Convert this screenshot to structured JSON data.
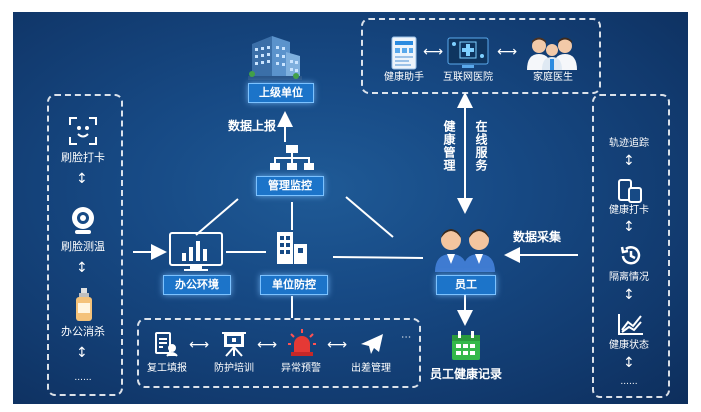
{
  "top_unit": {
    "label": "上级单位"
  },
  "data_report": {
    "label": "数据上报"
  },
  "management": {
    "label": "管理监控"
  },
  "office_env": {
    "label": "办公环境"
  },
  "unit_control": {
    "label": "单位防控"
  },
  "employee": {
    "label": "员工"
  },
  "health_record": {
    "label": "员工健康记录"
  },
  "data_collect": {
    "label": "数据采集"
  },
  "health_mgmt": {
    "label": "健康管理"
  },
  "online_service": {
    "label": "在线服务"
  },
  "services": [
    {
      "label": "健康助手",
      "icon": "phone-app-icon"
    },
    {
      "label": "互联网医院",
      "icon": "hospital-screen-icon"
    },
    {
      "label": "家庭医生",
      "icon": "doctors-icon"
    }
  ],
  "left_panel": [
    {
      "label": "刷脸打卡",
      "icon": "face-scan-icon"
    },
    {
      "label": "刷脸测温",
      "icon": "camera-icon"
    },
    {
      "label": "办公消杀",
      "icon": "sanitizer-bottle-icon"
    }
  ],
  "left_more": "......",
  "right_panel": [
    {
      "label": "轨迹追踪"
    },
    {
      "label": "健康打卡",
      "icon": "mobile-devices-icon"
    },
    {
      "label": "隔离情况",
      "icon": "clock-history-icon"
    },
    {
      "label": "健康状态",
      "icon": "line-chart-icon"
    }
  ],
  "right_more": "......",
  "bottom_panel": [
    {
      "label": "复工填报",
      "icon": "form-user-icon"
    },
    {
      "label": "防护培训",
      "icon": "training-icon"
    },
    {
      "label": "异常预警",
      "icon": "alarm-light-icon"
    },
    {
      "label": "出差管理",
      "icon": "plane-icon"
    }
  ]
}
